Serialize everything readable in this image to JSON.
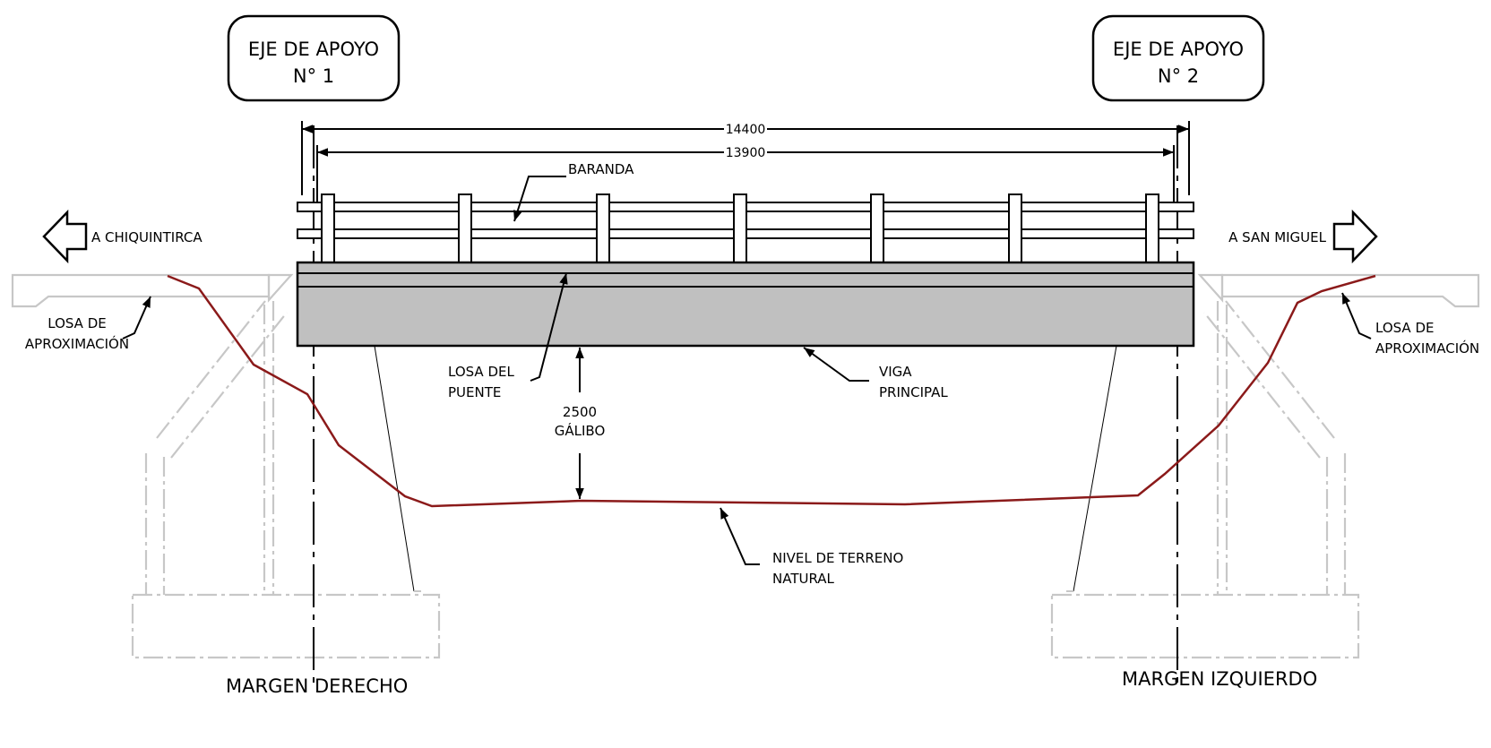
{
  "support_axes": [
    {
      "line1": "EJE DE APOYO",
      "line2": "N° 1"
    },
    {
      "line1": "EJE DE APOYO",
      "line2": "N° 2"
    }
  ],
  "dimensions": {
    "total": "14400",
    "inner": "13900",
    "clearance_value": "2500",
    "clearance_label": "GÁLIBO"
  },
  "labels": {
    "railing": "BARANDA",
    "direction_left": "A CHIQUINTIRCA",
    "direction_right": "A SAN MIGUEL",
    "approach_slab_left": [
      "LOSA DE",
      "APROXIMACIÓN"
    ],
    "approach_slab_right": [
      "LOSA DE",
      "APROXIMACIÓN"
    ],
    "bridge_slab": [
      "LOSA DEL",
      "PUENTE"
    ],
    "main_beam": [
      "VIGA",
      "PRINCIPAL"
    ],
    "terrain": [
      "NIVEL DE TERRENO",
      "NATURAL"
    ],
    "bank_right": "MARGEN DERECHO",
    "bank_left": "MARGEN IZQUIERDO"
  },
  "colors": {
    "terrain": "#8b1a1a",
    "deck": "#c0c0c0",
    "ghost": "#c7c7c7",
    "ink": "#000000"
  }
}
